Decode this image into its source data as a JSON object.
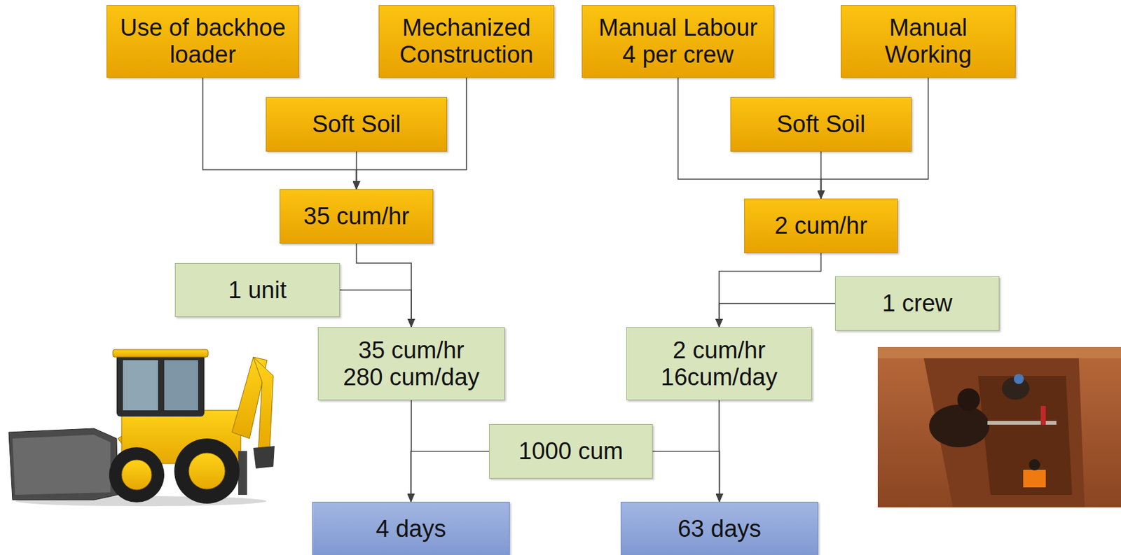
{
  "diagram": {
    "nodes": [
      {
        "text": [
          "Use of backhoe loader"
        ]
      },
      {
        "text": [
          "Mechanized Construction"
        ]
      },
      {
        "text": [
          "Manual Labour",
          "4 per crew"
        ]
      },
      {
        "text": [
          "Manual Working"
        ]
      },
      {
        "text": [
          "Soft Soil"
        ]
      },
      {
        "text": [
          "Soft Soil"
        ]
      },
      {
        "text": [
          "35 cum/hr"
        ]
      },
      {
        "text": [
          "2 cum/hr"
        ]
      },
      {
        "text": [
          "1 unit"
        ]
      },
      {
        "text": [
          "1 crew"
        ]
      },
      {
        "text": [
          "35 cum/hr",
          "280 cum/day"
        ]
      },
      {
        "text": [
          "2 cum/hr",
          "16cum/day"
        ]
      },
      {
        "text": [
          "1000 cum"
        ]
      },
      {
        "text": [
          "4 days"
        ]
      },
      {
        "text": [
          "63 days"
        ]
      }
    ],
    "edges": [
      {
        "from": 0,
        "to": 6,
        "arrow": "to"
      },
      {
        "from": 1,
        "to": 6,
        "arrow": "to"
      },
      {
        "from": 4,
        "to": 6,
        "arrow": "to"
      },
      {
        "from": 2,
        "to": 7,
        "arrow": "to"
      },
      {
        "from": 3,
        "to": 7,
        "arrow": "to"
      },
      {
        "from": 5,
        "to": 7,
        "arrow": "to"
      },
      {
        "from": 6,
        "to": 10,
        "arrow": "to"
      },
      {
        "from": 8,
        "to": 10,
        "arrow": "to"
      },
      {
        "from": 7,
        "to": 11,
        "arrow": "to"
      },
      {
        "from": 9,
        "to": 11,
        "arrow": "to"
      },
      {
        "from": 10,
        "to": 13,
        "arrow": "to"
      },
      {
        "from": 12,
        "to": 13,
        "arrow": "to"
      },
      {
        "from": 11,
        "to": 14,
        "arrow": "to"
      },
      {
        "from": 12,
        "to": 14,
        "arrow": "to"
      }
    ]
  }
}
